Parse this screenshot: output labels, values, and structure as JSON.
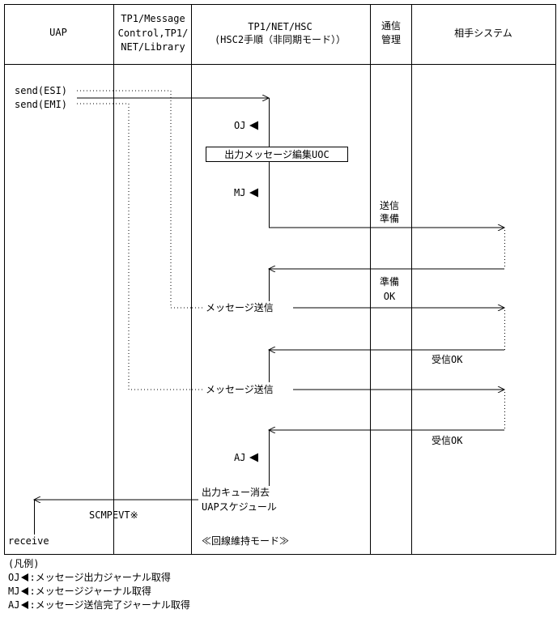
{
  "headers": {
    "uap": "UAP",
    "message_control_1": "TP1/Message",
    "message_control_2": "Control,TP1/",
    "message_control_3": "NET/Library",
    "net_hsc_1": "TP1/NET/HSC",
    "net_hsc_2": "(HSC2手順（非同期モード））",
    "comm_mgmt_1": "通信",
    "comm_mgmt_2": "管理",
    "partner": "相手システム"
  },
  "messages": {
    "send_esi": "send(ESI)",
    "send_emi": "send(EMI)",
    "oj": "OJ",
    "uoc_box": "出力メッセージ編集UOC",
    "mj": "MJ",
    "send_ready_1": "送信",
    "send_ready_2": "準備",
    "ready_ok_1": "準備",
    "ready_ok_2": "OK",
    "message_send_1": "メッセージ送信",
    "receive_ok_1": "受信OK",
    "message_send_2": "メッセージ送信",
    "receive_ok_2": "受信OK",
    "aj": "AJ",
    "queue_clear": "出力キュー消去",
    "uap_schedule": "UAPスケジュール",
    "scmpevt": "SCMPEVT※",
    "receive": "receive",
    "line_keep_mode": "≪回線維持モード≫"
  },
  "legend": {
    "title": "(凡例)",
    "items": [
      {
        "code": "OJ",
        "text": ":メッセージ出力ジャーナル取得"
      },
      {
        "code": "MJ",
        "text": ":メッセージジャーナル取得"
      },
      {
        "code": "AJ",
        "text": ":メッセージ送信完了ジャーナル取得"
      }
    ]
  }
}
